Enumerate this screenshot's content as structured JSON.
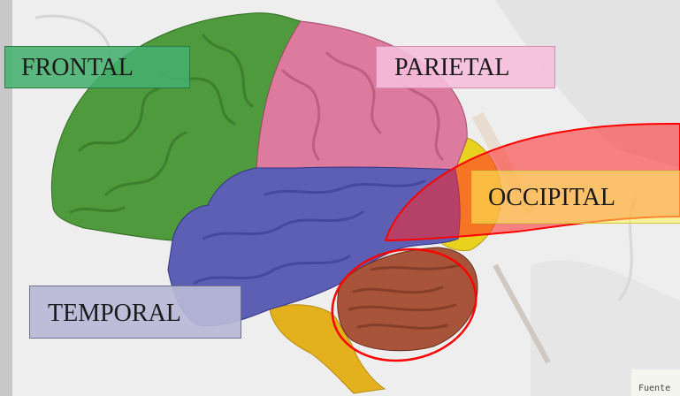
{
  "labels": {
    "frontal": "FRONTAL",
    "parietal": "PARIETAL",
    "occipital": "OCCIPITAL",
    "temporal": "TEMPORAL"
  },
  "caption": "Fuente",
  "colors": {
    "frontal": "#4e9a3c",
    "parietal": "#dc7b9d",
    "occipital": "#e8d21f",
    "temporal": "#5d5fb5",
    "cerebellum": "#a8543a",
    "brainstem": "#e3b11e",
    "highlight": "#ff0000"
  }
}
